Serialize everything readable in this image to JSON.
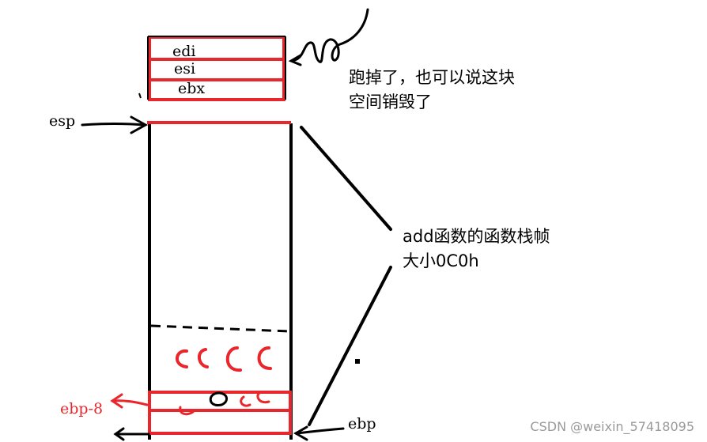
{
  "registers": {
    "edi": "edi",
    "esi": "esi",
    "ebx": "ebx"
  },
  "pointers": {
    "esp": "esp",
    "ebp": "ebp",
    "ebp_minus_8": "ebp-8"
  },
  "notes": {
    "destroyed_line1": "跑掉了，也可以说这块",
    "destroyed_line2": "空间销毁了",
    "frame_line1": "add函数的函数栈帧",
    "frame_line2": "大小0C0h"
  },
  "watermark": "CSDN @weixin_57418095",
  "colors": {
    "ink": "#000000",
    "marker_red": "#e8262b",
    "watermark_gray": "#9a9a9a"
  }
}
